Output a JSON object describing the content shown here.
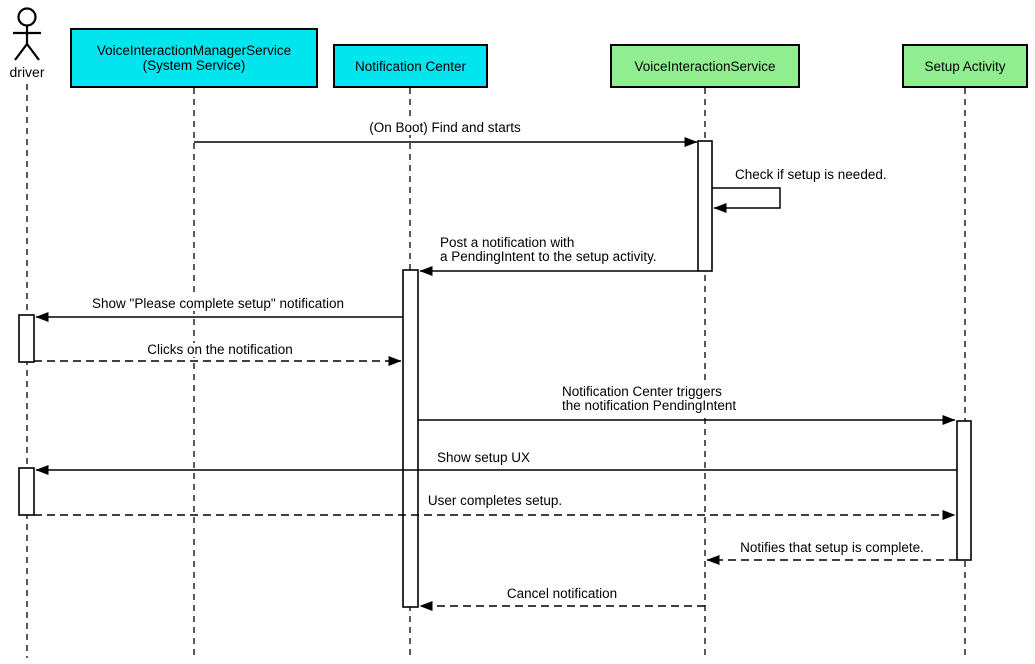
{
  "diagram": {
    "type": "uml-sequence-diagram",
    "colors": {
      "system_participant_fill": "#00e5ee",
      "app_participant_fill": "#90ee90",
      "line_color": "#000000",
      "activation_fill": "#ffffff",
      "background": "#ffffff"
    },
    "participants": [
      {
        "id": "driver",
        "type": "actor",
        "label": "driver"
      },
      {
        "id": "vims",
        "type": "object",
        "label": "VoiceInteractionManagerService\n(System Service)",
        "fill": "#00e5ee"
      },
      {
        "id": "nc",
        "type": "object",
        "label": "Notification Center",
        "fill": "#00e5ee"
      },
      {
        "id": "vis",
        "type": "object",
        "label": "VoiceInteractionService",
        "fill": "#90ee90"
      },
      {
        "id": "setup",
        "type": "object",
        "label": "Setup Activity",
        "fill": "#90ee90"
      }
    ],
    "messages": [
      {
        "from": "vims",
        "to": "vis",
        "style": "solid",
        "label": "(On Boot) Find and starts"
      },
      {
        "from": "vis",
        "to": "vis",
        "style": "solid",
        "self": true,
        "label": "Check if setup is needed."
      },
      {
        "from": "vis",
        "to": "nc",
        "style": "solid",
        "label": "Post a notification with\na PendingIntent to the setup activity."
      },
      {
        "from": "nc",
        "to": "driver",
        "style": "solid",
        "label": "Show \"Please complete setup\" notification"
      },
      {
        "from": "driver",
        "to": "nc",
        "style": "dashed",
        "label": "Clicks on the notification"
      },
      {
        "from": "nc",
        "to": "setup",
        "style": "solid",
        "label": "Notification Center triggers\nthe notification PendingIntent"
      },
      {
        "from": "setup",
        "to": "driver",
        "style": "solid",
        "label": "Show setup UX"
      },
      {
        "from": "driver",
        "to": "setup",
        "style": "dashed",
        "label": "User completes setup."
      },
      {
        "from": "setup",
        "to": "vis",
        "style": "dashed",
        "label": "Notifies that setup is complete."
      },
      {
        "from": "vis",
        "to": "nc",
        "style": "dashed",
        "label": "Cancel notification"
      }
    ]
  }
}
